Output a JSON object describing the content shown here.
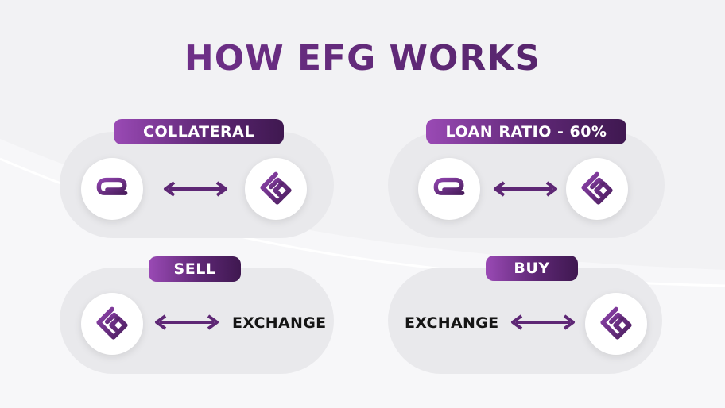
{
  "title": "HOW EFG WORKS",
  "colors": {
    "accent": "#6b2f86",
    "accent_dark": "#3f1850",
    "panel": "#e9e9ec",
    "background": "#f2f2f4"
  },
  "sections": {
    "collateral": {
      "label": "COLLATERAL",
      "left_icon": "e-coin-icon",
      "right_icon": "efg-logo-icon"
    },
    "loan_ratio": {
      "label": "LOAN RATIO - 60%",
      "left_icon": "e-coin-icon",
      "right_icon": "efg-logo-icon"
    },
    "sell": {
      "label": "SELL",
      "left_icon": "efg-logo-icon",
      "right_text": "EXCHANGE"
    },
    "buy": {
      "label": "BUY",
      "left_text": "EXCHANGE",
      "right_icon": "efg-logo-icon"
    }
  }
}
